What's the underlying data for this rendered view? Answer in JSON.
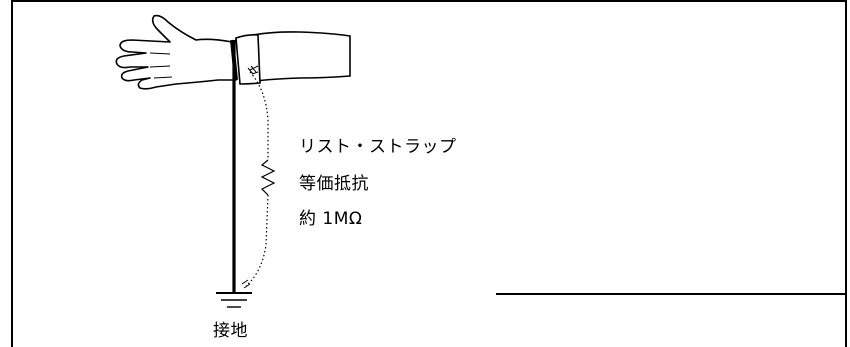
{
  "labels": {
    "wrist_strap": "リスト・ストラップ",
    "equivalent_resistance": "等価抵抗",
    "approx_value": "約 1MΩ",
    "ground": "接地"
  },
  "colors": {
    "line": "#000000",
    "background": "#ffffff"
  },
  "icons": {
    "hand": "hand-icon",
    "ground": "ground-symbol-icon",
    "resistor": "resistor-icon"
  }
}
